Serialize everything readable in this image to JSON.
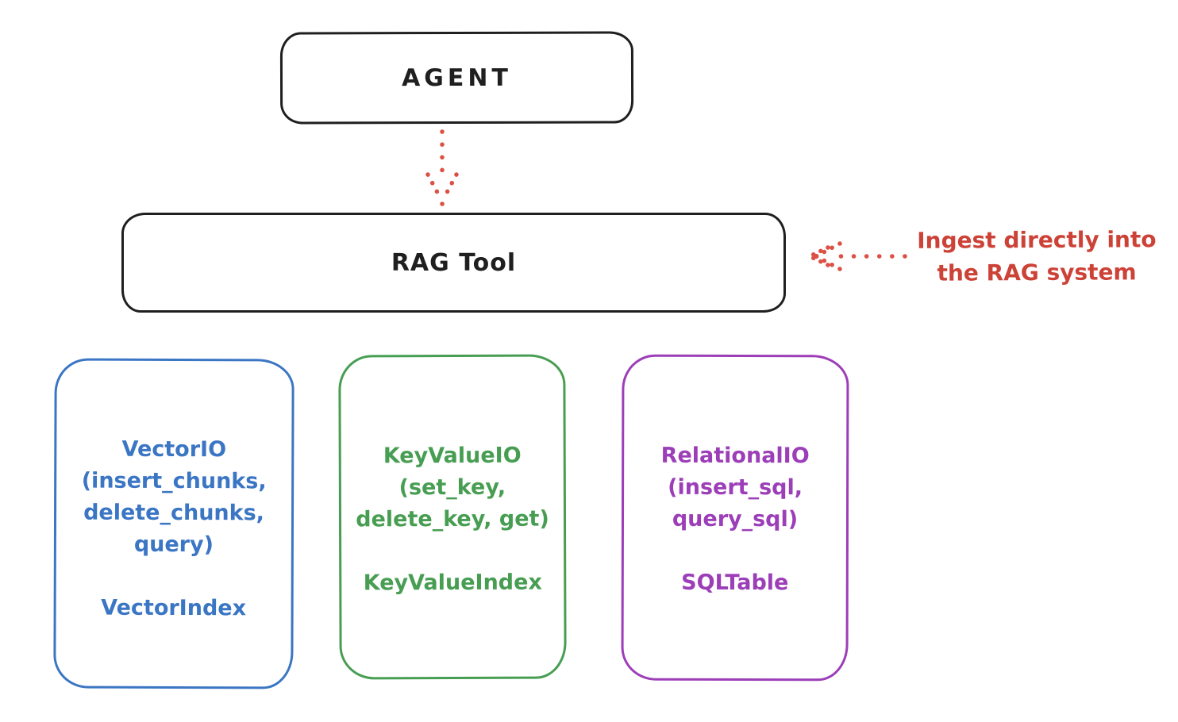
{
  "diagram": {
    "agent": {
      "label": "AGENT"
    },
    "rag_tool": {
      "label": "RAG Tool"
    },
    "annotation": {
      "line1": "Ingest directly into",
      "line2": "the RAG system",
      "color": "#cd4237"
    },
    "arrows": [
      {
        "name": "agent-to-rag-dotted-arrow",
        "direction": "down",
        "style": "dotted",
        "color": "#dc5146"
      },
      {
        "name": "annotation-to-rag-dotted-arrow",
        "direction": "left",
        "style": "dotted",
        "color": "#dc5146"
      }
    ],
    "colors": {
      "stroke_black": "#1f1f1f",
      "red": "#cd4237",
      "blue": "#3b76c4",
      "green": "#479e52",
      "purple": "#9c3eb8",
      "background": "#ffffff"
    },
    "io_boxes": [
      {
        "name": "vector-io",
        "lines": [
          "VectorIO",
          "(insert_chunks,",
          "delete_chunks,",
          "query)"
        ],
        "index_label": "VectorIndex",
        "color": "#3b76c4"
      },
      {
        "name": "keyvalue-io",
        "lines": [
          "KeyValueIO",
          "(set_key,",
          "delete_key, get)"
        ],
        "index_label": "KeyValueIndex",
        "color": "#479e52"
      },
      {
        "name": "relational-io",
        "lines": [
          "RelationalIO",
          "(insert_sql,",
          "query_sql)"
        ],
        "index_label": "SQLTable",
        "color": "#9c3eb8"
      }
    ]
  }
}
